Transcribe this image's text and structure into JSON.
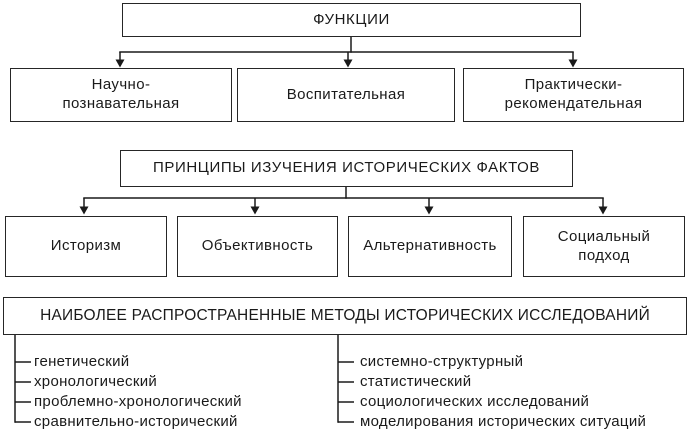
{
  "functions": {
    "title": "ФУНКЦИИ",
    "children": [
      {
        "label": "Научно-познавательная"
      },
      {
        "label": "Воспитательная"
      },
      {
        "label": "Практически-рекомендательная"
      }
    ]
  },
  "principles": {
    "title": "ПРИНЦИПЫ ИЗУЧЕНИЯ ИСТОРИЧЕСКИХ ФАКТОВ",
    "children": [
      {
        "label": "Историзм"
      },
      {
        "label": "Объективность"
      },
      {
        "label": "Альтернативность"
      },
      {
        "label": "Социальный подход"
      }
    ]
  },
  "methods": {
    "title": "НАИБОЛЕЕ РАСПРОСТРАНЕННЫЕ МЕТОДЫ ИСТОРИЧЕСКИХ ИССЛЕДОВАНИЙ",
    "left_column": [
      "генетический",
      "хронологический",
      "проблемно-хронологический",
      "сравнительно-исторический"
    ],
    "right_column": [
      "системно-структурный",
      "статистический",
      "социологических исследований",
      "моделирования исторических ситуаций"
    ]
  },
  "colors": {
    "line": "#1a1a1a",
    "border": "#262626",
    "background": "#ffffff",
    "text": "#1a1a1a"
  }
}
